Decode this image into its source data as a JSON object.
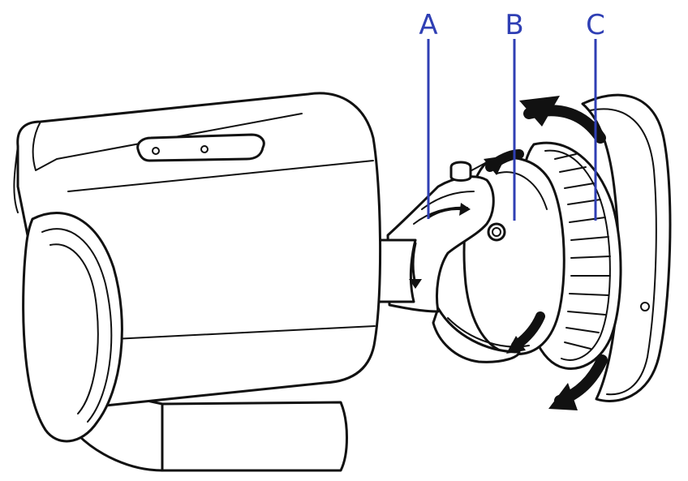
{
  "colors": {
    "callout": "#2f3fb4",
    "outline": "#111111",
    "background": "#ffffff",
    "arrow": "#111111"
  },
  "callouts": [
    {
      "id": "A",
      "label": "A"
    },
    {
      "id": "B",
      "label": "B"
    },
    {
      "id": "C",
      "label": "C"
    }
  ]
}
